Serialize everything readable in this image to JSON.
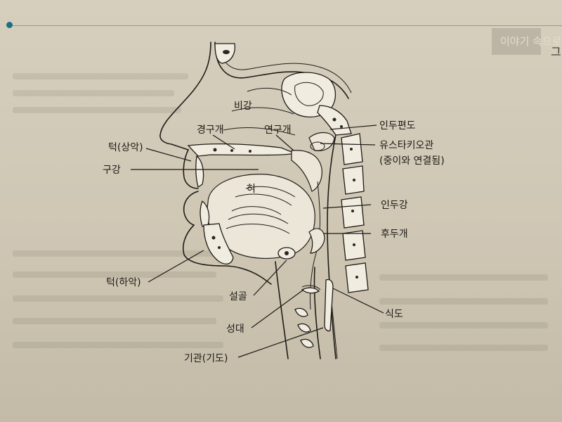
{
  "header": {
    "tab_text": "이야기 속으로",
    "edge_glyph": "그"
  },
  "diagram": {
    "labels": {
      "nasal_cavity": "비강",
      "hard_palate": "경구개",
      "soft_palate": "연구개",
      "upper_jaw": "턱(상악)",
      "oral_cavity": "구강",
      "tongue": "혀",
      "lower_jaw": "턱(하악)",
      "tonsil": "인두편도",
      "eustachian_tube": "유스타키오관",
      "eustachian_note": "(중이와 연결됨)",
      "pharynx": "인두강",
      "epiglottis": "후두개",
      "hyoid": "설골",
      "vocal_cords": "성대",
      "esophagus": "식도",
      "trachea": "기관(기도)"
    }
  }
}
